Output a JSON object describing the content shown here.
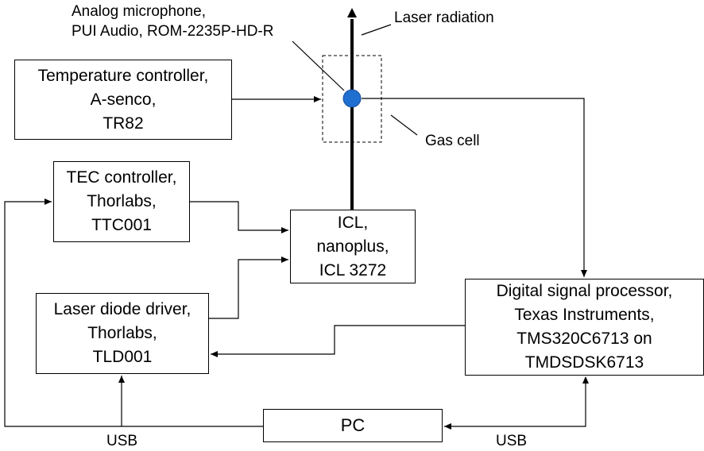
{
  "labels": {
    "microphone_line1": "Analog microphone,",
    "microphone_line2": "PUI Audio, ROM-2235P-HD-R",
    "laser_radiation": "Laser radiation",
    "gas_cell": "Gas cell",
    "usb_left": "USB",
    "usb_right": "USB"
  },
  "blocks": {
    "temperature_controller": [
      "Temperature controller,",
      "A-senco,",
      "TR82"
    ],
    "tec_controller": [
      "TEC controller,",
      "Thorlabs,",
      "TTC001"
    ],
    "icl": [
      "ICL,",
      "nanoplus,",
      "ICL 3272"
    ],
    "laser_diode_driver": [
      "Laser diode driver,",
      "Thorlabs,",
      "TLD001"
    ],
    "dsp": [
      "Digital signal processor,",
      "Texas Instruments,",
      "TMS320C6713 on",
      "TMDSDSK6713"
    ],
    "pc": [
      "PC"
    ]
  },
  "colors": {
    "line": "#000000",
    "microphone_dot": "#1f6fd1"
  }
}
